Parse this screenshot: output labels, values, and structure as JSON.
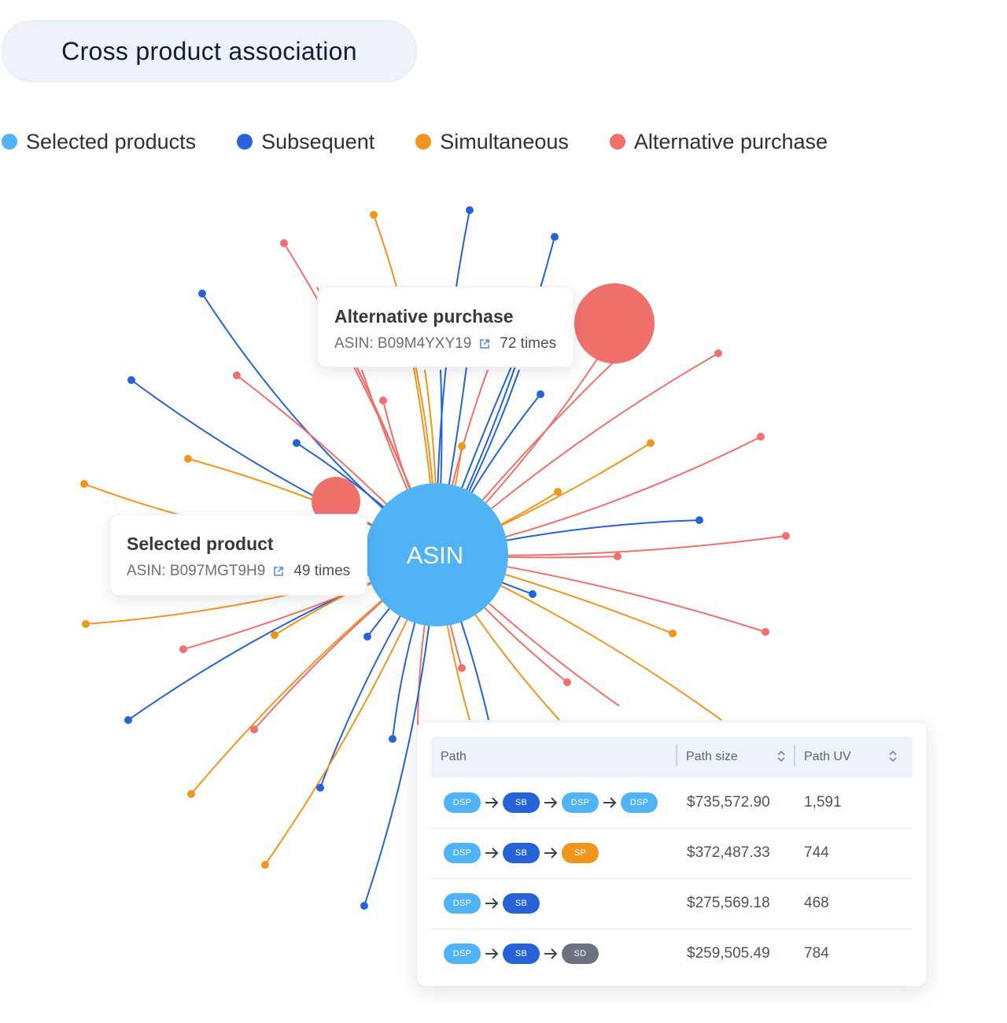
{
  "header": {
    "title": "Cross product association"
  },
  "legend": [
    {
      "label": "Selected products",
      "color": "#4fb3f6"
    },
    {
      "label": "Subsequent",
      "color": "#2563d7"
    },
    {
      "label": "Simultaneous",
      "color": "#f0961f"
    },
    {
      "label": "Alternative purchase",
      "color": "#f0706c"
    }
  ],
  "center_node": {
    "label": "ASIN",
    "color": "#4fb3f6"
  },
  "tooltips": {
    "alternative": {
      "title": "Alternative purchase",
      "asin": "ASIN: B09M4YXY19",
      "count": "72 times",
      "icon": "external-link-icon"
    },
    "selected": {
      "title": "Selected product",
      "asin": "ASIN: B097MGT9H9",
      "count": "49 times",
      "icon": "external-link-icon"
    }
  },
  "table": {
    "headers": {
      "path": "Path",
      "path_size": "Path size",
      "path_uv": "Path UV"
    },
    "rows": [
      {
        "path": [
          "DSP",
          "SB",
          "DSP",
          "DSP"
        ],
        "size": "$735,572.90",
        "uv": "1,591"
      },
      {
        "path": [
          "DSP",
          "SB",
          "SP"
        ],
        "size": "$372,487.33",
        "uv": "744"
      },
      {
        "path": [
          "DSP",
          "SB"
        ],
        "size": "$275,569.18",
        "uv": "468"
      },
      {
        "path": [
          "DSP",
          "SB",
          "SD"
        ],
        "size": "$259,505.49",
        "uv": "784"
      }
    ],
    "chip_colors": {
      "DSP": "#4fb3f6",
      "SB": "#2563d7",
      "SP": "#f0961f",
      "SD": "#6b7280"
    }
  }
}
